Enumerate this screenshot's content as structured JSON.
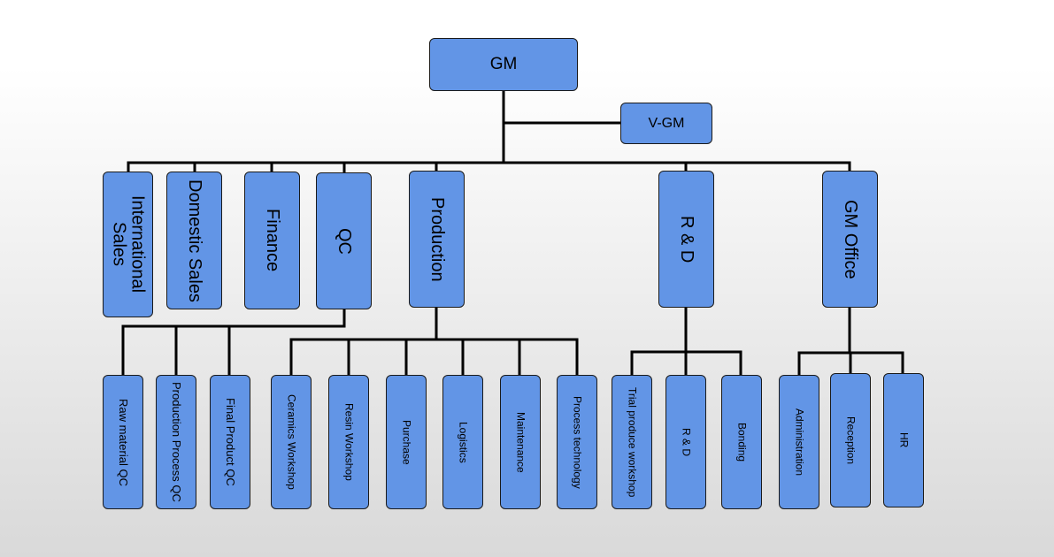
{
  "colors": {
    "box_fill": "#6295e6",
    "box_border": "#1a1a1a",
    "connector": "#000000"
  },
  "chart": {
    "gm": "GM",
    "vgm": "V-GM",
    "departments": {
      "international_sales": "International Sales",
      "domestic_sales": "Domestic Sales",
      "finance": "Finance",
      "qc": "QC",
      "production": "Production",
      "rd": "R & D",
      "gm_office": "GM Office"
    },
    "qc_units": {
      "raw_material_qc": "Raw material QC",
      "production_process_qc": "Production Process QC",
      "final_product_qc": "Final Product QC"
    },
    "production_units": {
      "ceramics_workshop": "Ceramics Workshop",
      "resin_workshop": "Resin Workshop",
      "purchase": "Purchase",
      "logistics": "Logistics",
      "maintenance": "Maintenance",
      "process_technology": "Process technology"
    },
    "rd_units": {
      "trial_produce_workshop": "Trial produce workshop",
      "rd": "R & D",
      "bonding": "Bonding"
    },
    "gm_office_units": {
      "administration": "Administration",
      "reception": "Reception",
      "hr": "HR"
    }
  }
}
